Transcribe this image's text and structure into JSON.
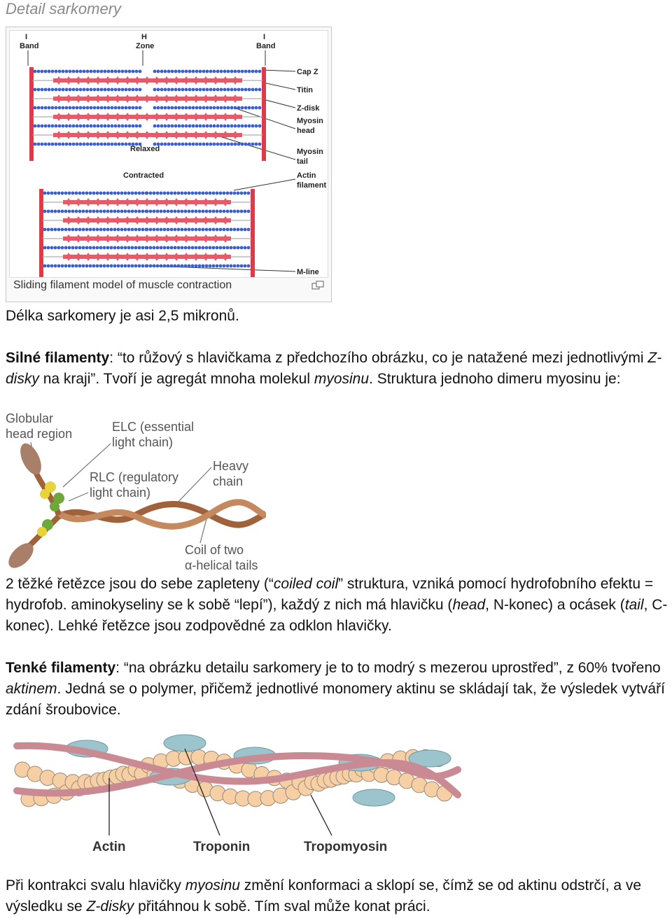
{
  "heading": "Detail sarkomery",
  "figure1": {
    "labels": {
      "i_band_left_1": "I",
      "i_band_left_2": "Band",
      "h_zone_1": "H",
      "h_zone_2": "Zone",
      "i_band_right_1": "I",
      "i_band_right_2": "Band",
      "cap_z": "Cap Z",
      "titin": "Titin",
      "z_disk": "Z-disk",
      "myosin_head_1": "Myosin",
      "myosin_head_2": "head",
      "myosin_tail_1": "Myosin",
      "myosin_tail_2": "tail",
      "actin_filament_1": "Actin",
      "actin_filament_2": "filament",
      "relaxed": "Relaxed",
      "contracted": "Contracted",
      "m_line": "M-line"
    },
    "caption": "Sliding filament model of muscle contraction"
  },
  "para1": "Délka sarkomery je asi 2,5 mikronů.",
  "para2": {
    "b1": "Silné filamenty",
    "t1": ": “to růžový s hlavičkama z předchozího obrázku, co je natažené mezi jednotlivými ",
    "i1": "Z-disky",
    "t2": " na kraji”. Tvoří je agregát mnoha molekul ",
    "i2": "myosinu",
    "t3": ". Struktura jednoho dimeru myosinu je:"
  },
  "figure2": {
    "labels": {
      "globular_1": "Globular",
      "globular_2": "head region",
      "elc_1": "ELC (essential",
      "elc_2": "light chain)",
      "heavy_1": "Heavy",
      "heavy_2": "chain",
      "rlc_1": "RLC (regulatory",
      "rlc_2": "light chain)",
      "coil_1": "Coil of two",
      "coil_2": "α-helical tails"
    }
  },
  "para3": {
    "t1": "2 těžké řetězce jsou do sebe zapleteny (“",
    "i1": "coiled coil",
    "t2": "” struktura, vzniká pomocí hydrofobního efektu = hydrofob. aminokyseliny se k sobě “lepí”), každý z nich má hlavičku (",
    "i2": "head",
    "t3": ", N-konec) a ocásek (",
    "i3": "tail",
    "t4": ", C-konec). Lehké řetězce jsou zodpovědné za odklon hlavičky."
  },
  "para4": {
    "b1": "Tenké filamenty",
    "t1": ": “na obrázku detailu sarkomery je to to modrý s mezerou uprostřed”, z 60% tvořeno ",
    "i1": "aktinem",
    "t2": ". Jedná se o polymer, přičemž jednotlivé monomery aktinu se skládají tak, že výsledek vytváří zdání šroubovice."
  },
  "figure3": {
    "labels": {
      "actin": "Actin",
      "troponin": "Troponin",
      "tropomyosin": "Tropomyosin"
    }
  },
  "para5": {
    "t1": "Při kontrakci svalu hlavičky ",
    "i1": "myosinu",
    "t2": " změní konformaci a sklopí se, čímž se od aktinu odstrčí, a ve výsledku se ",
    "i2": "Z-disky",
    "t3": " přitáhnou k sobě. Tím sval může konat práci."
  },
  "colors": {
    "myosin": "#e85a6a",
    "actin": "#3a5fd0",
    "zdisk": "#e03a4a",
    "heavy": "#a0623a",
    "elc": "#e8d33a",
    "rlc": "#6fa83a",
    "actin_bead": "#f6cfa4",
    "troponin": "#9cc4cc",
    "tropomyosin": "#c98a94"
  }
}
